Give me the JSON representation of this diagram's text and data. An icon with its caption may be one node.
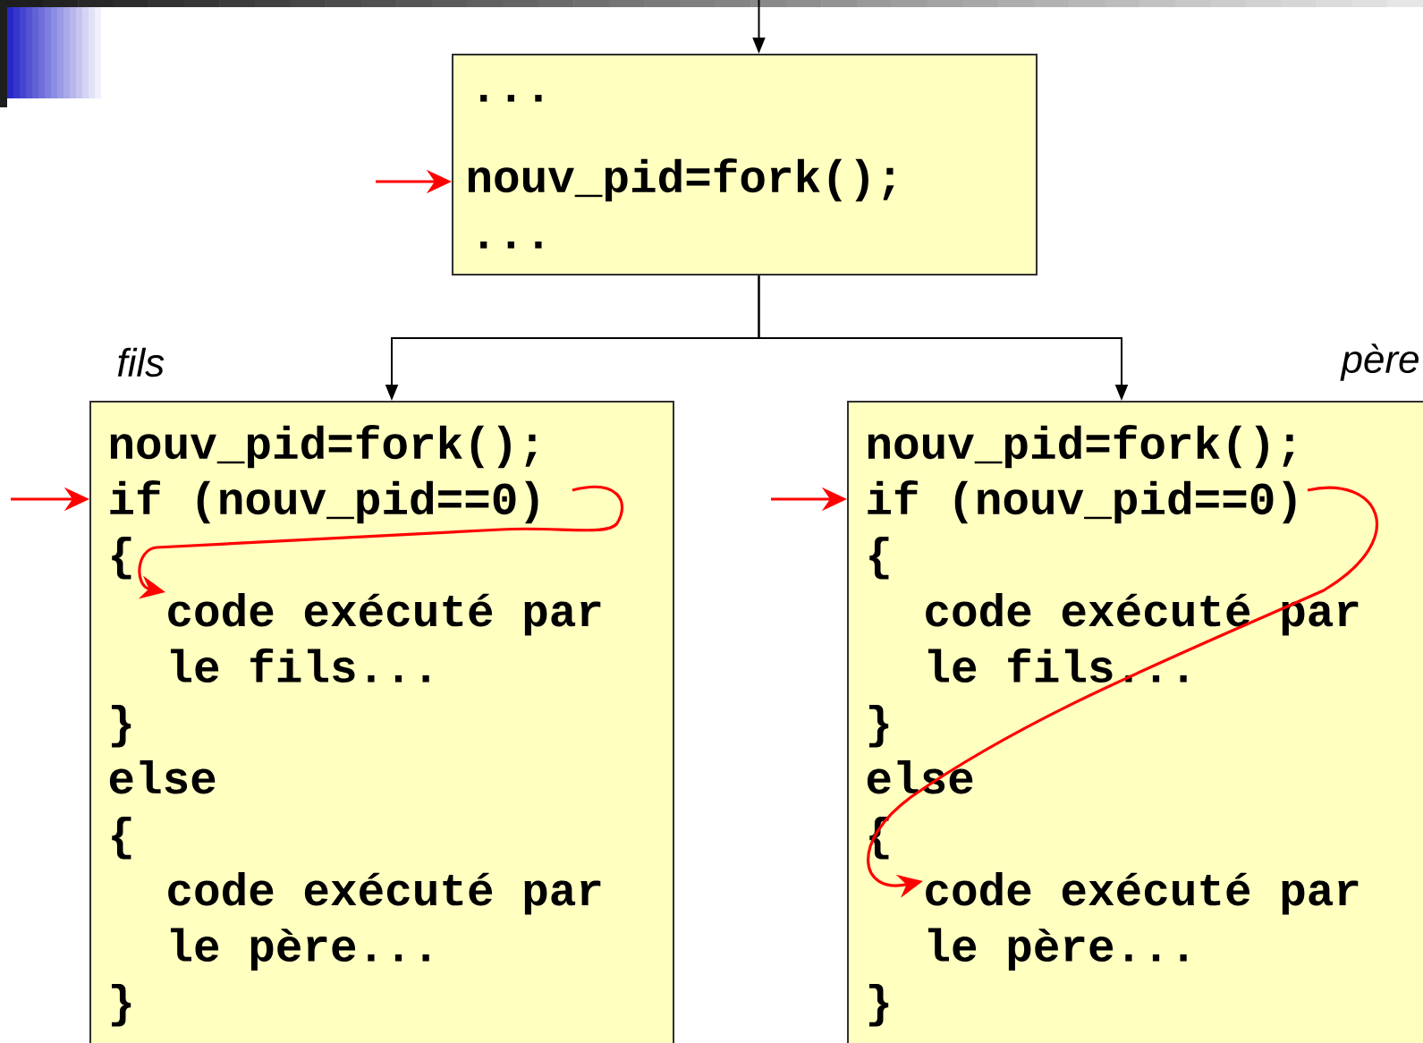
{
  "diagram": {
    "nodes": [
      {
        "text": [
          "...",
          "nouv_pid=fork();",
          "..."
        ]
      },
      {
        "text": [
          "nouv_pid=fork();",
          "if (nouv_pid==0)",
          "{",
          "code exécuté par le fils...",
          "}",
          "else",
          "{",
          "code exécuté par le père...",
          "}"
        ],
        "beside": [
          "fils"
        ]
      },
      {
        "text": [
          "nouv_pid=fork();",
          "if (nouv_pid==0)",
          "{",
          "code exécuté par le fils...",
          "}",
          "else",
          "{",
          "code exécuté par le père...",
          "}"
        ],
        "beside": [
          "père"
        ]
      }
    ],
    "edges": [
      {
        "from": null,
        "to": 0,
        "arrow": "to"
      },
      {
        "from": 0,
        "to": 1,
        "arrow": "to"
      },
      {
        "from": 0,
        "to": 2,
        "arrow": "to"
      },
      {
        "from": null,
        "to": 0,
        "arrow": "to",
        "color": "#ff0000"
      },
      {
        "from": null,
        "to": 1,
        "arrow": "to",
        "color": "#ff0000"
      },
      {
        "from": null,
        "to": 2,
        "arrow": "to",
        "color": "#ff0000"
      }
    ]
  }
}
